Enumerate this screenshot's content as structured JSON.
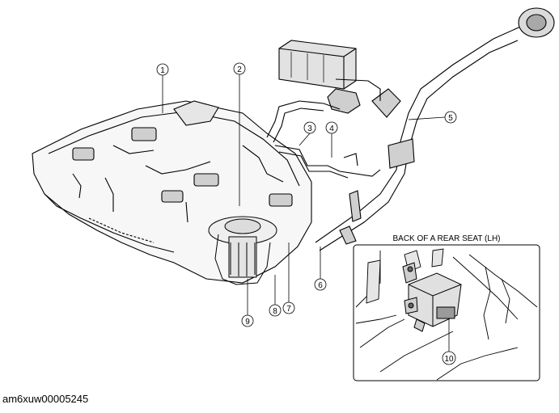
{
  "figure_id": "am6xuw00005245",
  "inset": {
    "title": "BACK OF A REAR SEAT (LH)"
  },
  "callouts": [
    {
      "label": "1"
    },
    {
      "label": "2"
    },
    {
      "label": "3"
    },
    {
      "label": "4"
    },
    {
      "label": "5"
    },
    {
      "label": "6"
    },
    {
      "label": "7"
    },
    {
      "label": "8"
    },
    {
      "label": "9"
    },
    {
      "label": "10"
    }
  ]
}
